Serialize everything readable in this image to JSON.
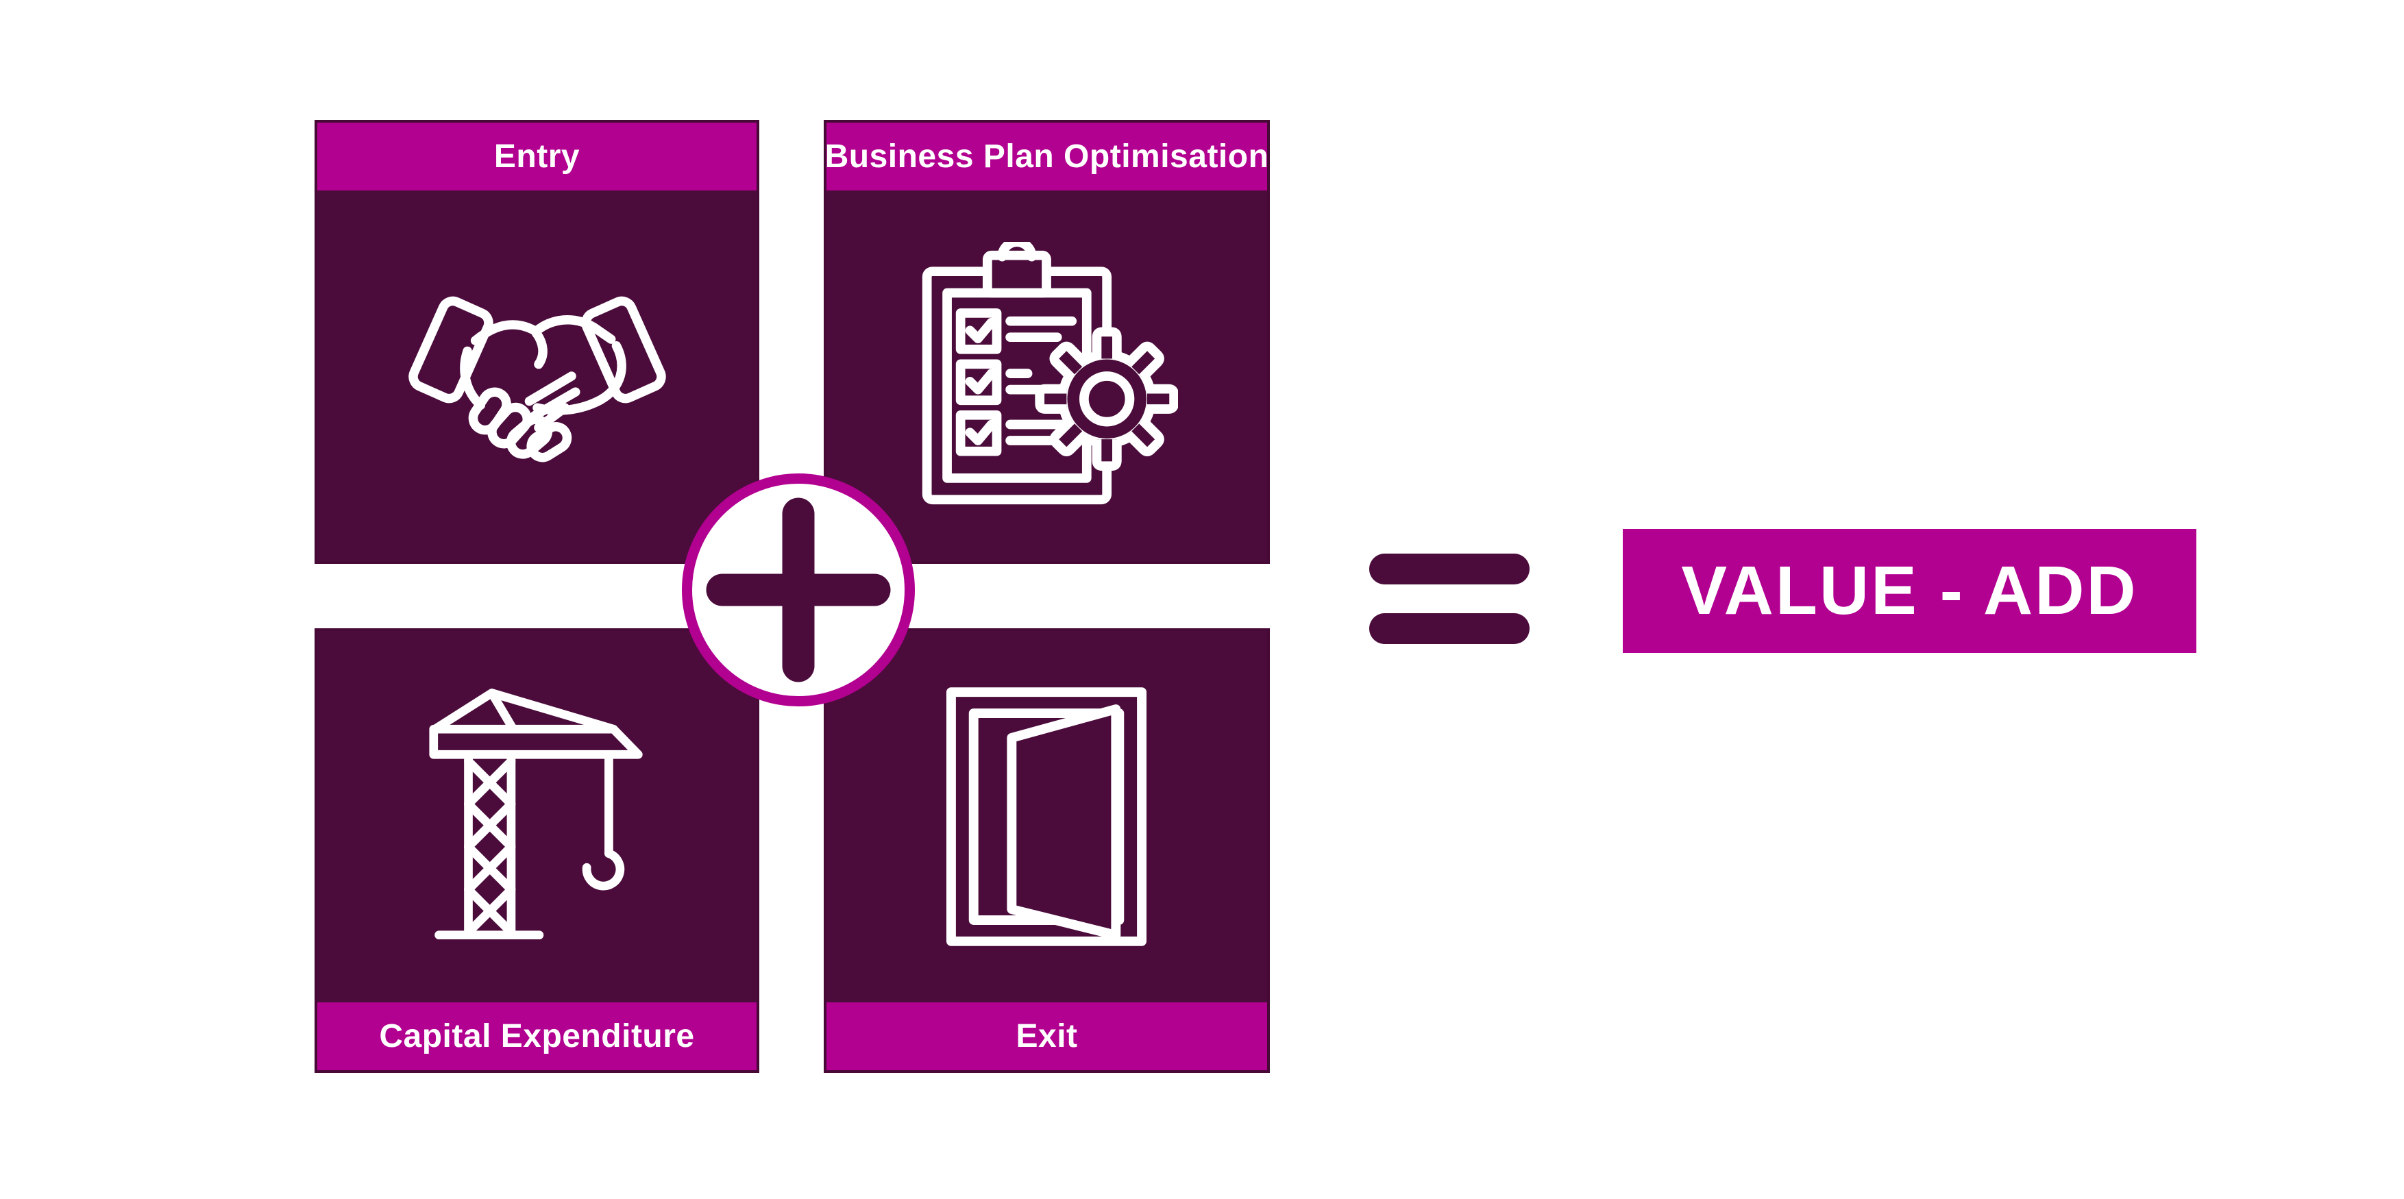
{
  "diagram": {
    "quadrants": [
      {
        "label": "Entry",
        "label_position": "top",
        "icon": "handshake-icon"
      },
      {
        "label": "Business Plan Optimisation",
        "label_position": "top",
        "icon": "clipboard-gear-icon"
      },
      {
        "label": "Capital Expenditure",
        "label_position": "bottom",
        "icon": "crane-icon"
      },
      {
        "label": "Exit",
        "label_position": "bottom",
        "icon": "door-icon"
      }
    ],
    "operators": {
      "plus": "plus-icon",
      "equals": "equals-icon"
    },
    "result": {
      "label": "VALUE - ADD"
    },
    "colors": {
      "accent": "#b20090",
      "dark": "#4b0c3b",
      "border": "#470a36",
      "white": "#ffffff"
    }
  }
}
